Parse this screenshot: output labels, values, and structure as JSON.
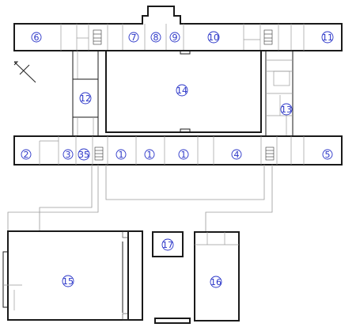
{
  "map": {
    "markers": [
      {
        "id": "m1a",
        "label": "1"
      },
      {
        "id": "m1b",
        "label": "1"
      },
      {
        "id": "m1c",
        "label": "1"
      },
      {
        "id": "m2",
        "label": "2"
      },
      {
        "id": "m3",
        "label": "3"
      },
      {
        "id": "m35",
        "label": "35"
      },
      {
        "id": "m4",
        "label": "4"
      },
      {
        "id": "m5",
        "label": "5"
      },
      {
        "id": "m6",
        "label": "6"
      },
      {
        "id": "m7",
        "label": "7"
      },
      {
        "id": "m8",
        "label": "8"
      },
      {
        "id": "m9",
        "label": "9"
      },
      {
        "id": "m10",
        "label": "10"
      },
      {
        "id": "m11",
        "label": "11"
      },
      {
        "id": "m12",
        "label": "12"
      },
      {
        "id": "m13",
        "label": "13"
      },
      {
        "id": "m14",
        "label": "14"
      },
      {
        "id": "m15",
        "label": "15"
      },
      {
        "id": "m16",
        "label": "16"
      },
      {
        "id": "m17",
        "label": "17"
      }
    ],
    "colors": {
      "marker": "#2a35c8",
      "wall": "#1a1a1a",
      "corridor": "#9a9a9a"
    },
    "compass_icon": "north-arrow-icon"
  }
}
